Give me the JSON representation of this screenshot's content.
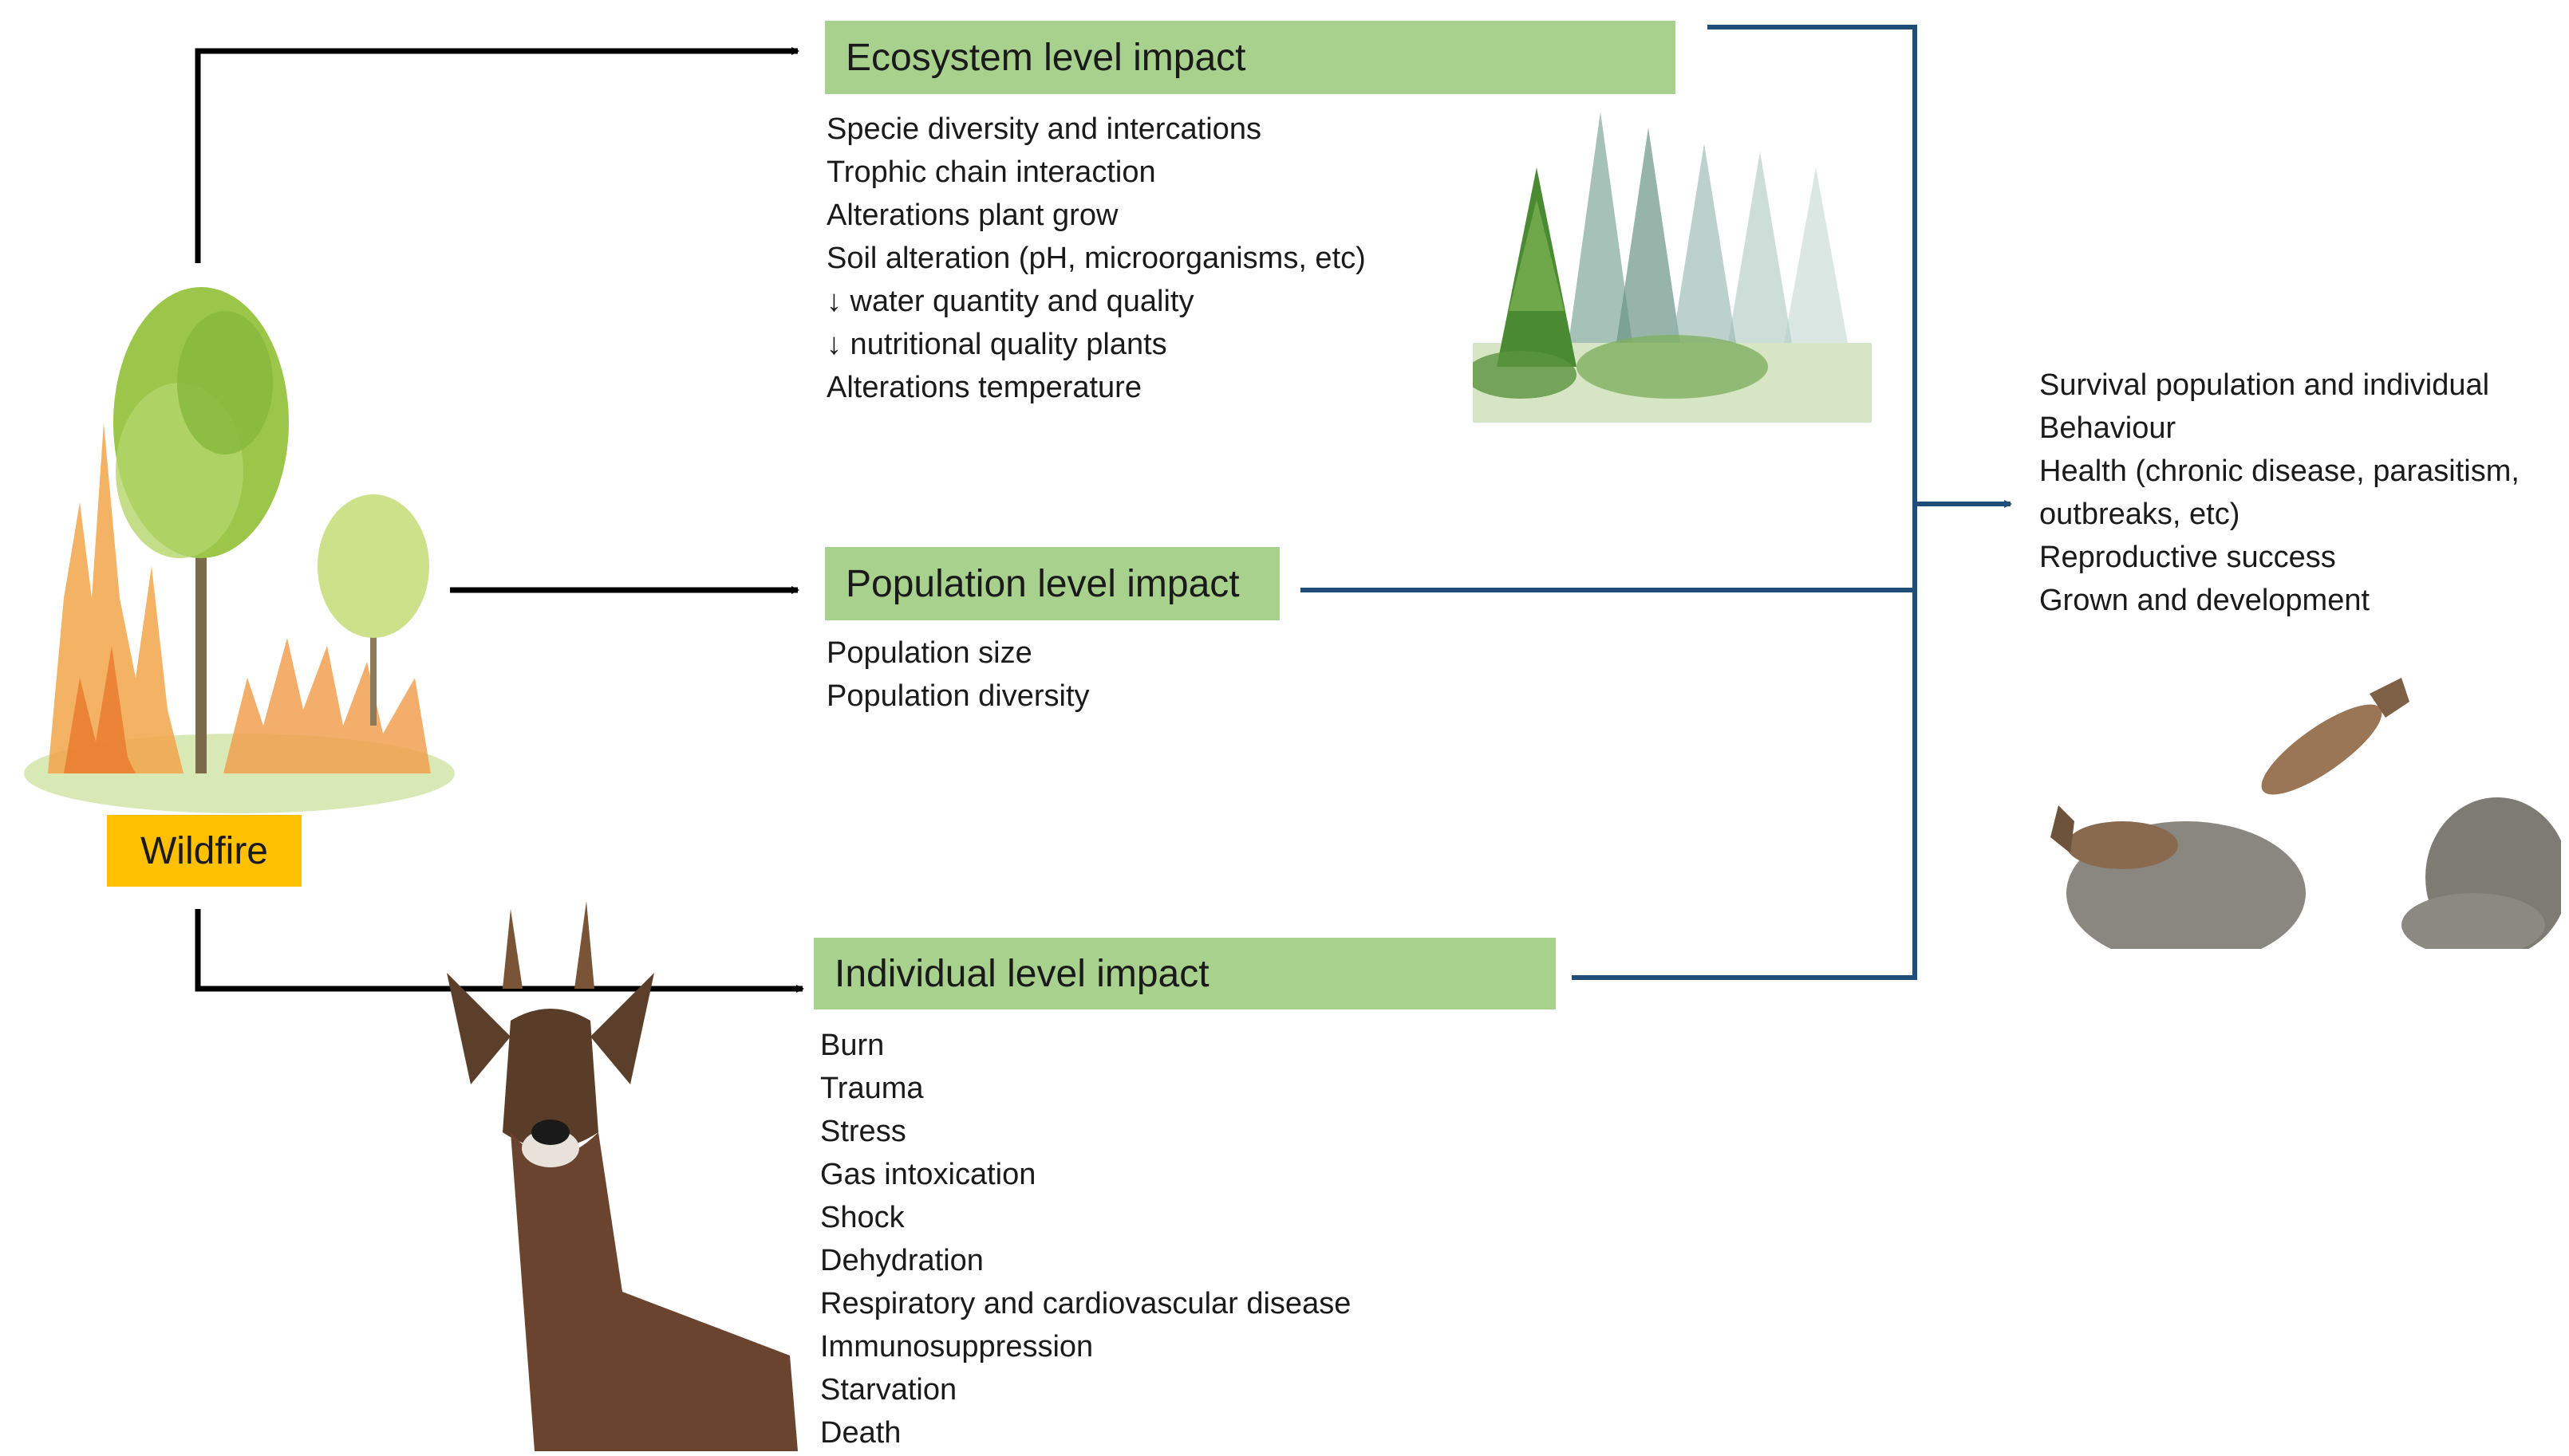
{
  "wildfire_label": "Wildfire",
  "ecosystem": {
    "title": "Ecosystem level impact",
    "items": [
      "Specie diversity and intercations",
      "Trophic chain interaction",
      "Alterations plant grow",
      "Soil alteration (pH, microorganisms, etc)",
      "↓ water quantity and quality",
      "↓ nutritional quality plants",
      "Alterations temperature"
    ]
  },
  "population": {
    "title": "Population level impact",
    "items": [
      "Population size",
      "Population diversity"
    ]
  },
  "individual": {
    "title": "Individual level impact",
    "items": [
      "Burn",
      "Trauma",
      "Stress",
      "Gas intoxication",
      "Shock",
      "Dehydration",
      "Respiratory and cardiovascular disease",
      "Immunosuppression",
      "Starvation",
      "Death"
    ]
  },
  "outcomes": {
    "items": [
      "Survival population and individual",
      "Behaviour",
      "Health (chronic disease, parasitism,",
      "outbreaks, etc)",
      "Reproductive success",
      "Grown and development"
    ]
  },
  "colors": {
    "header_fill": "#a9d18e",
    "wildfire_fill": "#ffc000",
    "arrow_black": "#000000",
    "arrow_blue": "#1f4e79"
  }
}
